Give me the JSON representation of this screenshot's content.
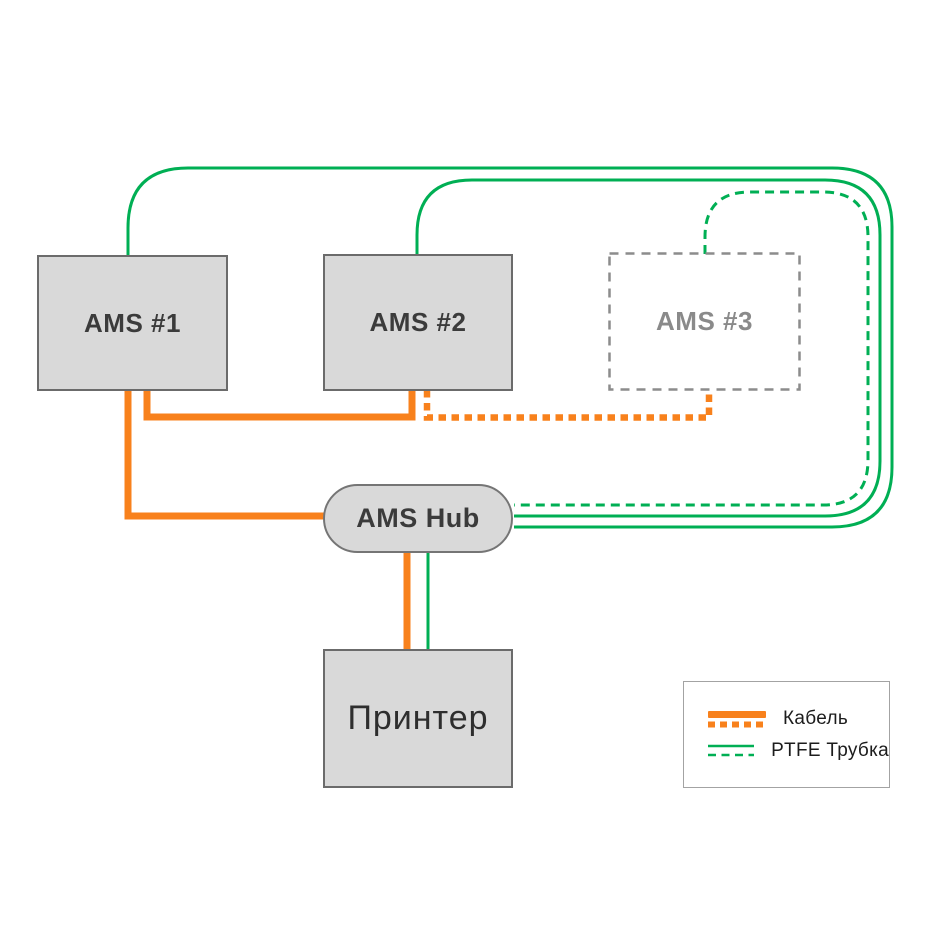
{
  "diagram": {
    "nodes": {
      "ams1": {
        "label": "AMS #1",
        "style": "solid-box"
      },
      "ams2": {
        "label": "AMS #2",
        "style": "solid-box"
      },
      "ams3": {
        "label": "AMS #3",
        "style": "dashed-box"
      },
      "hub": {
        "label": "AMS Hub",
        "style": "pill"
      },
      "printer": {
        "label": "Принтер",
        "style": "solid-box"
      }
    },
    "connections": [
      {
        "from": "AMS #1",
        "to": "AMS Hub",
        "kind": "Кабель",
        "line": "solid"
      },
      {
        "from": "AMS #2",
        "to": "AMS #1",
        "kind": "Кабель",
        "line": "solid"
      },
      {
        "from": "AMS #2",
        "to": "AMS #3",
        "kind": "Кабель",
        "line": "dashed"
      },
      {
        "from": "AMS Hub",
        "to": "Принтер",
        "kind": "Кабель",
        "line": "solid"
      },
      {
        "from": "AMS #1",
        "to": "AMS Hub",
        "kind": "PTFE Трубка",
        "line": "solid"
      },
      {
        "from": "AMS #2",
        "to": "AMS Hub",
        "kind": "PTFE Трубка",
        "line": "solid"
      },
      {
        "from": "AMS #3",
        "to": "AMS Hub",
        "kind": "PTFE Трубка",
        "line": "dashed"
      },
      {
        "from": "AMS Hub",
        "to": "Принтер",
        "kind": "PTFE Трубка",
        "line": "solid"
      }
    ],
    "legend": {
      "items": [
        {
          "label": "Кабель",
          "color": "#F8811C"
        },
        {
          "label": "PTFE Трубка",
          "color": "#00AF54"
        }
      ]
    }
  },
  "colors": {
    "cable": "#F8811C",
    "tube": "#00AF54",
    "node_fill": "#D9D9D9",
    "node_border": "#6B6B6B",
    "hub_border": "#757575",
    "dashed_node": "#8C8C8C",
    "text": "#3B3B3B",
    "muted_text": "#8A8A8A",
    "printer_text": "#2E2E2E",
    "legend_border": "#A3A3A3",
    "legend_text": "#1C1C1C"
  }
}
